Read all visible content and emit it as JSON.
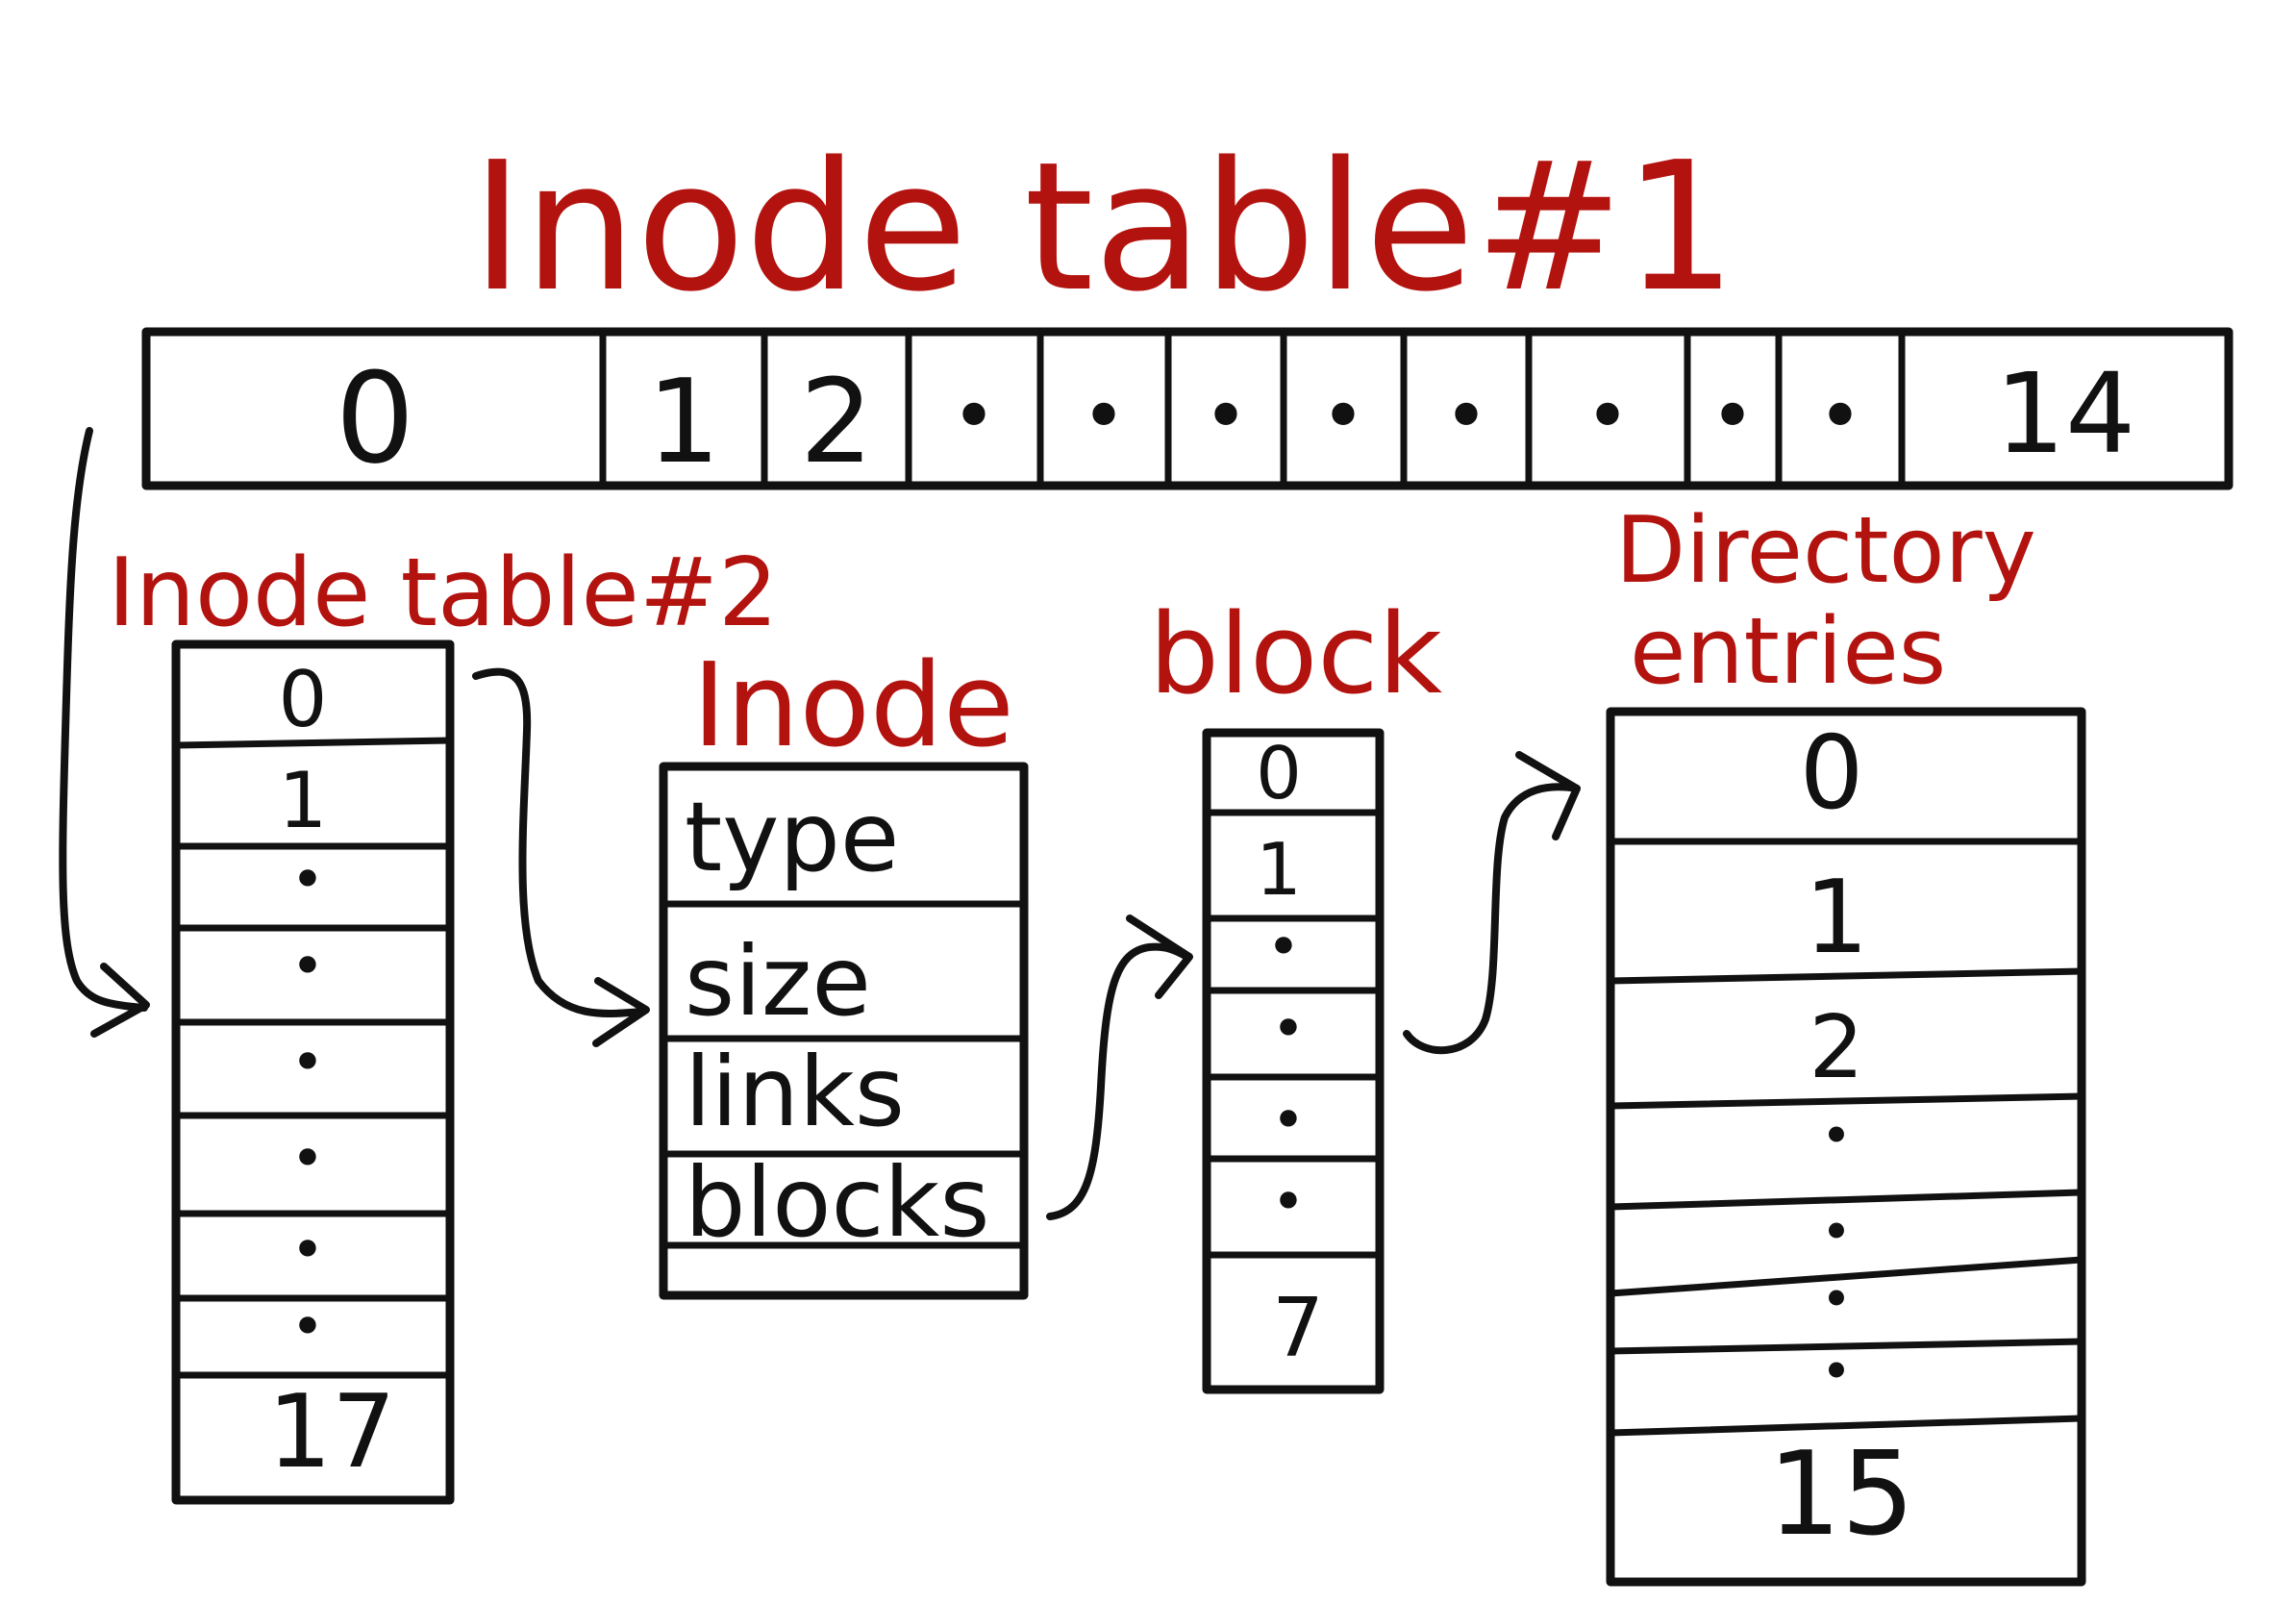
{
  "titles": {
    "inode_table_1": "Inode table#1",
    "inode_table_2": "Inode table#2",
    "inode": "Inode",
    "block": "block",
    "directory_entries_line1": "Directory",
    "directory_entries_line2": "entries"
  },
  "inode_table_1": {
    "cells": [
      "0",
      "1",
      "2",
      "•",
      "•",
      "•",
      "•",
      "•",
      "•",
      "•",
      "•",
      "14"
    ]
  },
  "inode_table_2": {
    "rows": [
      "0",
      "1",
      "•",
      "•",
      "•",
      "•",
      "•",
      "•",
      "17"
    ]
  },
  "inode": {
    "fields": [
      "type",
      "size",
      "links",
      "blocks"
    ]
  },
  "block": {
    "rows": [
      "0",
      "1",
      "•",
      "•",
      "•",
      "•",
      "7"
    ]
  },
  "directory_entries": {
    "rows": [
      "0",
      "1",
      "2",
      "•",
      "•",
      "•",
      "•",
      "15"
    ]
  },
  "colors": {
    "title_red": "#b3130f",
    "ink": "#111111",
    "background": "#ffffff"
  }
}
